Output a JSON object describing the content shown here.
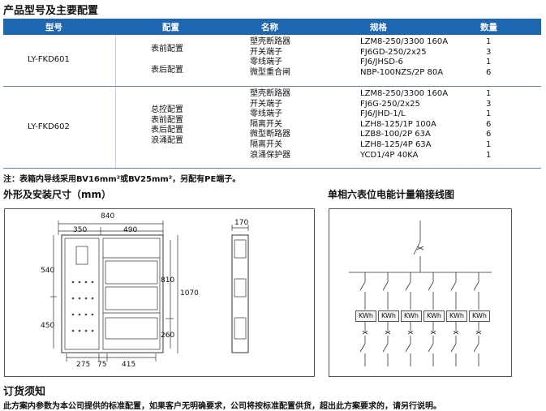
{
  "product_title": "产品型号及主要配置",
  "table": {
    "headers": [
      "型号",
      "配置",
      "名称",
      "规格",
      "数量"
    ],
    "groups": [
      {
        "model": "LY-FKD601",
        "configs": [
          "表前配置",
          "表后配置"
        ],
        "rows": [
          {
            "name": "塑壳断路器",
            "spec": "LZM8-250/3300 160A",
            "qty": "1"
          },
          {
            "name": "开关端子",
            "spec": "FJ6GD-250/2x25",
            "qty": "3"
          },
          {
            "name": "零线端子",
            "spec": "FJ6/JHSD-6",
            "qty": "1"
          },
          {
            "name": "微型重合闸",
            "spec": "NBP-100NZS/2P 80A",
            "qty": "6"
          }
        ]
      },
      {
        "model": "LY-FKD602",
        "configs": [
          "总控配置",
          "表前配置",
          "表后配置",
          "浪涌配置"
        ],
        "rows": [
          {
            "name": "塑壳断路器",
            "spec": "LZM8-250/3300 160A",
            "qty": "1"
          },
          {
            "name": "开关端子",
            "spec": "FJ6G-250/2x25",
            "qty": "3"
          },
          {
            "name": "零线端子",
            "spec": "FJ6/JHD-1/L",
            "qty": "1"
          },
          {
            "name": "隔离开关",
            "spec": "LZH8-125/1P 100A",
            "qty": "6"
          },
          {
            "name": "微型断路器",
            "spec": "LZB8-100/2P 63A",
            "qty": "6"
          },
          {
            "name": "隔离开关",
            "spec": "LZH8-125/4P 63A",
            "qty": "1"
          },
          {
            "name": "浪涌保护器",
            "spec": "YCD1/4P 40KA",
            "qty": "1"
          }
        ]
      }
    ]
  },
  "note": "注：表箱内导线采用BV16mm²或BV25mm²，另配有PE端子。",
  "dimensions_title": "外形及安装尺寸（mm）",
  "wiring_title": "单相六表位电能计量箱接线图",
  "drawing": {
    "dims_top": {
      "total": "840",
      "left": "350",
      "right": "490"
    },
    "dims_bottom": {
      "a": "275",
      "b": "75",
      "c": "415"
    },
    "dims_left": {
      "upper": "540",
      "lower": "450"
    },
    "dims_right": {
      "a": "810",
      "b": "1070",
      "c": "260"
    },
    "side_width": "170"
  },
  "wiring": {
    "meter_label": "KWh",
    "meter_count": 6
  },
  "order_title": "订货须知",
  "order_text": "此方案内参数为本公司提供的标准配置，如果客户无明确要求，公司将按标准配置供货，超出此方案要求的，请另行说明。"
}
